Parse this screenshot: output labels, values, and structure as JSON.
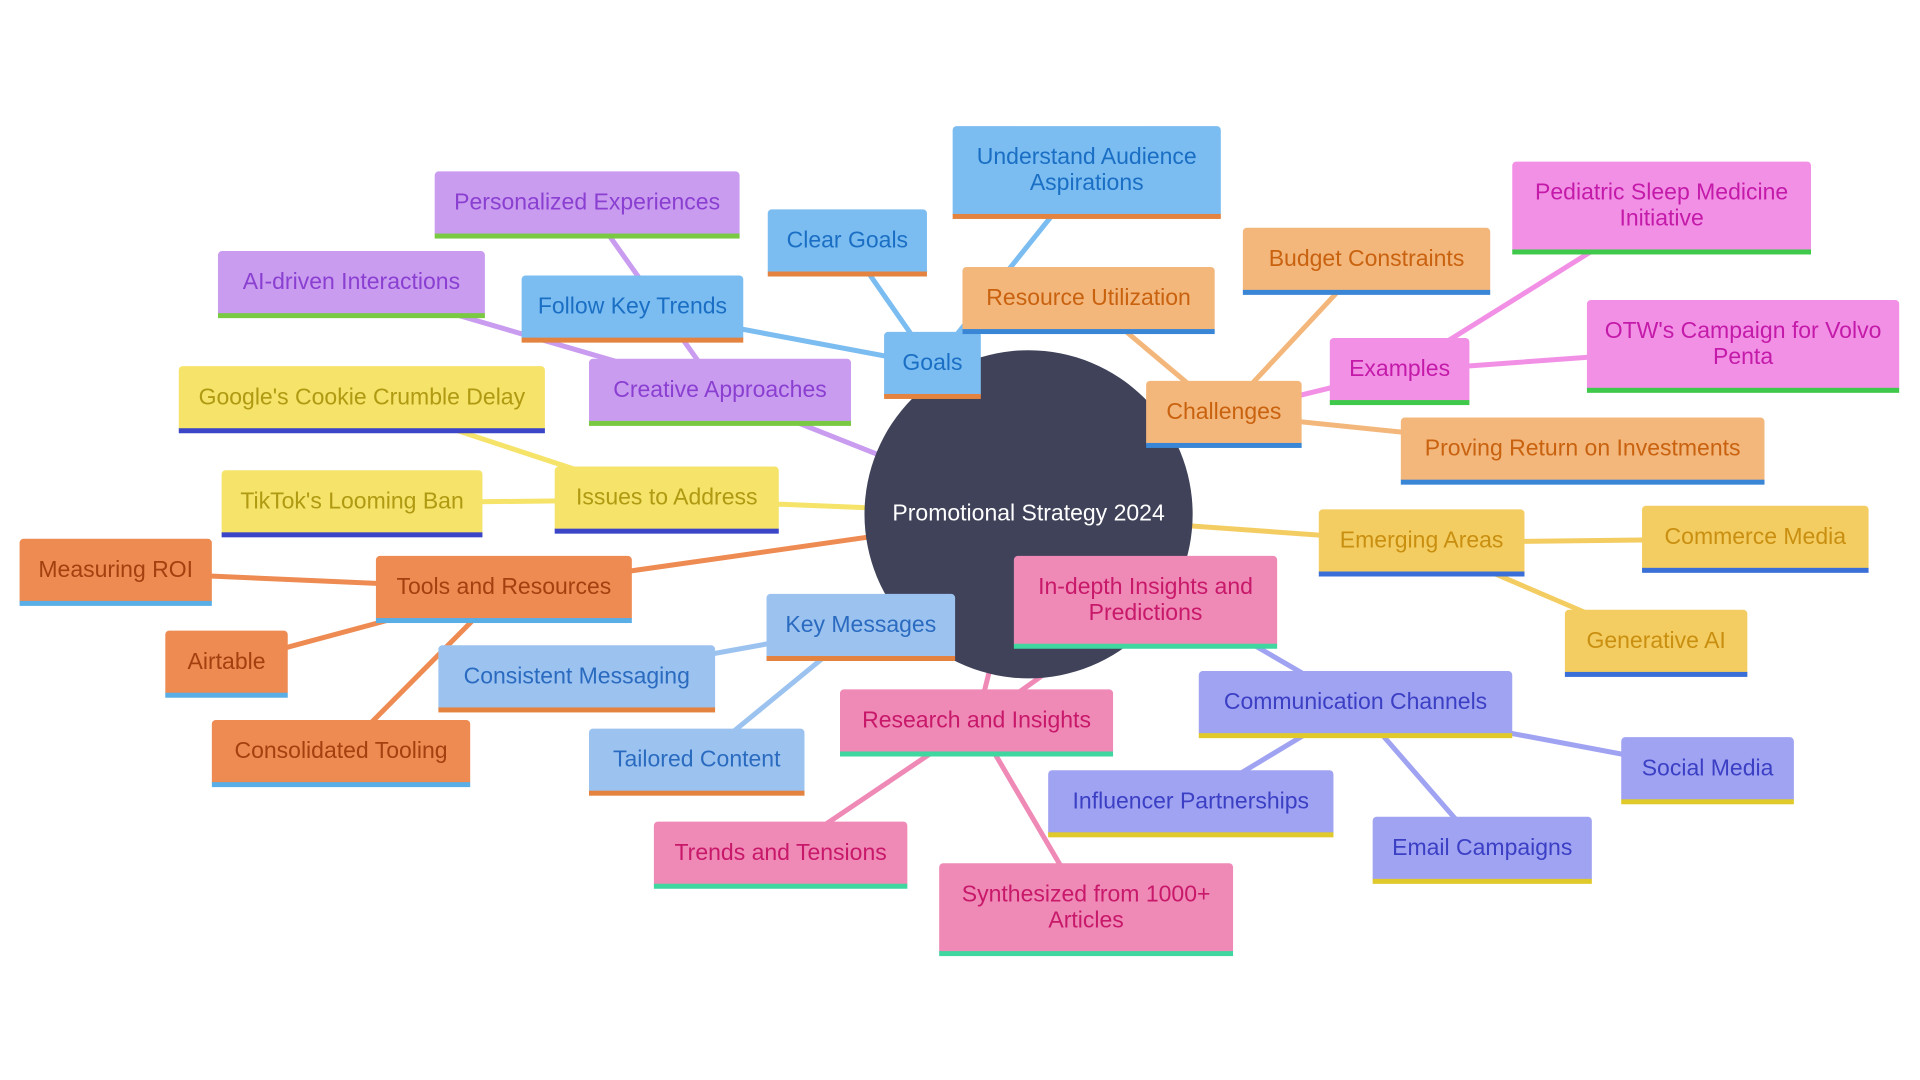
{
  "diagram": {
    "type": "mindmap",
    "root": "Promotional Strategy 2024",
    "palette": {
      "root": "#3f4259",
      "goals": {
        "fill": "#7bbcf1",
        "text": "#1a6fc4",
        "line": "#7bbcf1",
        "underline": "#e3833f"
      },
      "purple": {
        "fill": "#c99cf0",
        "text": "#8a3fd1",
        "line": "#c99cf0",
        "underline": "#7ac943"
      },
      "yellow": {
        "fill": "#f5e36a",
        "text": "#b09a12",
        "line": "#f5e36a",
        "underline": "#3a46c7"
      },
      "orange": {
        "fill": "#ee8b52",
        "text": "#a3400f",
        "line": "#ee8b52",
        "underline": "#5aaee6"
      },
      "lightblue": {
        "fill": "#9cc3f0",
        "text": "#2a6bc0",
        "line": "#9cc3f0",
        "underline": "#e3833f"
      },
      "pink": {
        "fill": "#ef89b6",
        "text": "#c8186a",
        "line": "#ef89b6",
        "underline": "#3fd6a0"
      },
      "indigo": {
        "fill": "#a0a3f2",
        "text": "#3b3fc4",
        "line": "#a0a3f2",
        "underline": "#e0c92a"
      },
      "gold": {
        "fill": "#f4cd62",
        "text": "#c98f10",
        "line": "#f4cd62",
        "underline": "#3a6fd8"
      },
      "peach": {
        "fill": "#f3b77c",
        "text": "#c9620f",
        "line": "#f3b77c",
        "underline": "#3a86d6"
      },
      "magenta": {
        "fill": "#f290e6",
        "text": "#c41aa9",
        "line": "#f290e6",
        "underline": "#3fc94a"
      }
    },
    "nodes": [
      {
        "id": "goals",
        "label": [
          "Goals"
        ],
        "color": "goals",
        "parent": "root"
      },
      {
        "id": "clear-goals",
        "label": [
          "Clear Goals"
        ],
        "color": "goals",
        "parent": "goals"
      },
      {
        "id": "understand-audience",
        "label": [
          "Understand Audience",
          "Aspirations"
        ],
        "color": "goals",
        "parent": "goals"
      },
      {
        "id": "follow-key-trends",
        "label": [
          "Follow Key Trends"
        ],
        "color": "goals",
        "parent": "goals"
      },
      {
        "id": "creative-approaches",
        "label": [
          "Creative Approaches"
        ],
        "color": "purple",
        "parent": "root"
      },
      {
        "id": "personalized-experiences",
        "label": [
          "Personalized Experiences"
        ],
        "color": "purple",
        "parent": "creative-approaches"
      },
      {
        "id": "ai-driven-interactions",
        "label": [
          "AI-driven Interactions"
        ],
        "color": "purple",
        "parent": "creative-approaches"
      },
      {
        "id": "issues-to-address",
        "label": [
          "Issues to Address"
        ],
        "color": "yellow",
        "parent": "root"
      },
      {
        "id": "google-cookie",
        "label": [
          "Google's Cookie Crumble Delay"
        ],
        "color": "yellow",
        "parent": "issues-to-address"
      },
      {
        "id": "tiktok-ban",
        "label": [
          "TikTok's Looming Ban"
        ],
        "color": "yellow",
        "parent": "issues-to-address"
      },
      {
        "id": "tools-and-resources",
        "label": [
          "Tools and Resources"
        ],
        "color": "orange",
        "parent": "root"
      },
      {
        "id": "measuring-roi",
        "label": [
          "Measuring ROI"
        ],
        "color": "orange",
        "parent": "tools-and-resources"
      },
      {
        "id": "airtable",
        "label": [
          "Airtable"
        ],
        "color": "orange",
        "parent": "tools-and-resources"
      },
      {
        "id": "consolidated-tooling",
        "label": [
          "Consolidated Tooling"
        ],
        "color": "orange",
        "parent": "tools-and-resources"
      },
      {
        "id": "key-messages",
        "label": [
          "Key Messages"
        ],
        "color": "lightblue",
        "parent": "root"
      },
      {
        "id": "consistent-messaging",
        "label": [
          "Consistent Messaging"
        ],
        "color": "lightblue",
        "parent": "key-messages"
      },
      {
        "id": "tailored-content",
        "label": [
          "Tailored Content"
        ],
        "color": "lightblue",
        "parent": "key-messages"
      },
      {
        "id": "research-and-insights",
        "label": [
          "Research and Insights"
        ],
        "color": "pink",
        "parent": "root"
      },
      {
        "id": "in-depth-insights",
        "label": [
          "In-depth Insights and",
          "Predictions"
        ],
        "color": "pink",
        "parent": "research-and-insights"
      },
      {
        "id": "trends-and-tensions",
        "label": [
          "Trends and Tensions"
        ],
        "color": "pink",
        "parent": "research-and-insights"
      },
      {
        "id": "synthesized-articles",
        "label": [
          "Synthesized from 1000+",
          "Articles"
        ],
        "color": "pink",
        "parent": "research-and-insights"
      },
      {
        "id": "communication-channels",
        "label": [
          "Communication Channels"
        ],
        "color": "indigo",
        "parent": "root"
      },
      {
        "id": "influencer-partnerships",
        "label": [
          "Influencer Partnerships"
        ],
        "color": "indigo",
        "parent": "communication-channels"
      },
      {
        "id": "email-campaigns",
        "label": [
          "Email Campaigns"
        ],
        "color": "indigo",
        "parent": "communication-channels"
      },
      {
        "id": "social-media",
        "label": [
          "Social Media"
        ],
        "color": "indigo",
        "parent": "communication-channels"
      },
      {
        "id": "emerging-areas",
        "label": [
          "Emerging Areas"
        ],
        "color": "gold",
        "parent": "root"
      },
      {
        "id": "commerce-media",
        "label": [
          "Commerce Media"
        ],
        "color": "gold",
        "parent": "emerging-areas"
      },
      {
        "id": "generative-ai",
        "label": [
          "Generative AI"
        ],
        "color": "gold",
        "parent": "emerging-areas"
      },
      {
        "id": "challenges",
        "label": [
          "Challenges"
        ],
        "color": "peach",
        "parent": "root"
      },
      {
        "id": "resource-utilization",
        "label": [
          "Resource Utilization"
        ],
        "color": "peach",
        "parent": "challenges"
      },
      {
        "id": "budget-constraints",
        "label": [
          "Budget Constraints"
        ],
        "color": "peach",
        "parent": "challenges"
      },
      {
        "id": "proving-roi",
        "label": [
          "Proving Return on Investments"
        ],
        "color": "peach",
        "parent": "challenges"
      },
      {
        "id": "examples",
        "label": [
          "Examples"
        ],
        "color": "magenta",
        "parent": "challenges"
      },
      {
        "id": "pediatric-sleep",
        "label": [
          "Pediatric Sleep Medicine",
          "Initiative"
        ],
        "color": "magenta",
        "parent": "examples"
      },
      {
        "id": "otw-volvo",
        "label": [
          "OTW's Campaign for Volvo",
          "Penta"
        ],
        "color": "magenta",
        "parent": "examples"
      }
    ]
  }
}
